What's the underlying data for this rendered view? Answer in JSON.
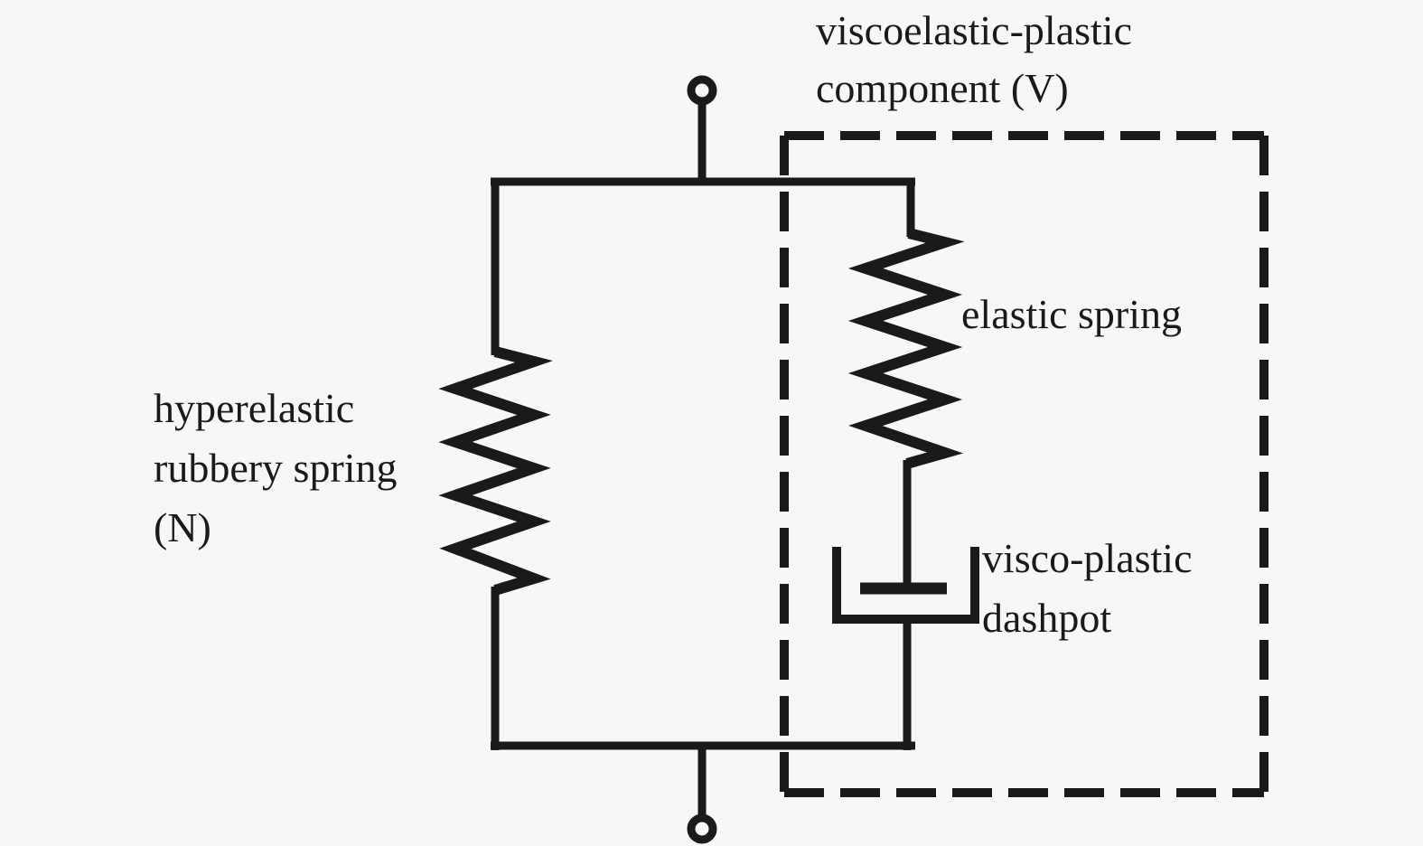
{
  "colors": {
    "background": "#f7f7f6",
    "ink": "#1a1a1a"
  },
  "labels": {
    "component_box": "viscoelastic-plastic\ncomponent (V)",
    "left_spring": "hyperelastic\nrubbery spring\n(N)",
    "elastic_spring": "elastic spring",
    "dashpot": "visco-plastic\ndashpot"
  },
  "model": {
    "type": "rheological-model-diagram",
    "topology": "two parallel branches between a top and a bottom terminal",
    "left_branch": "hyperelastic rubbery spring (N)",
    "right_branch": "elastic spring in series with visco-plastic dashpot",
    "dashed_box_encloses": "viscoelastic-plastic component (V)"
  }
}
